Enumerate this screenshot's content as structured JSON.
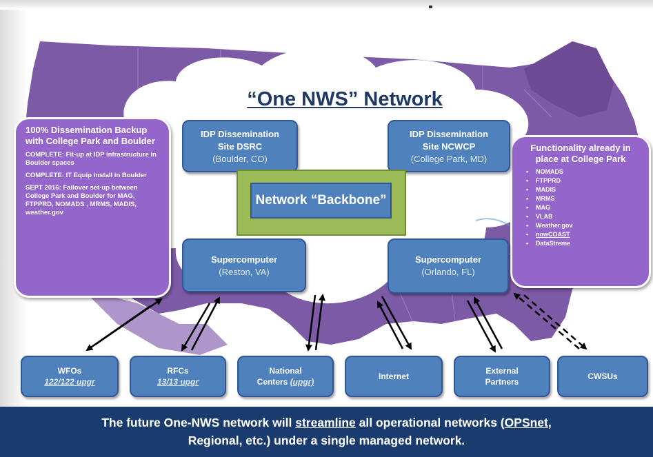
{
  "diagram": {
    "title": "“One NWS” Network",
    "left_box": {
      "heading": "100% Dissemination Backup with  College Park and Boulder",
      "items": [
        "COMPLETE: Fit-up at IDP infrastructure in Boulder spaces",
        "COMPLETE: IT Equip install in Boulder",
        "SEPT 2016: Failover set-up between College Park and Boulder for MAG, FTPPRD, NOMADS , MRMS, MADIS, weather.gov"
      ]
    },
    "right_box": {
      "heading": "Functionality already in place at College Park",
      "items": [
        "NOMADS",
        "FTPPRD",
        "MADIS",
        "MRMS",
        "MAG",
        "VLAB",
        "Weather.gov",
        "nowCOAST",
        "DataStreme"
      ]
    },
    "site_dsrc": {
      "name": "IDP Dissemination Site DSRC",
      "location": "(Boulder, CO)"
    },
    "site_ncwcp": {
      "name": "IDP Dissemination Site NCWCP",
      "location": "(College Park, MD)"
    },
    "backbone": "Network “Backbone”",
    "super_reston": {
      "name": "Supercomputer",
      "location": "(Reston, VA)"
    },
    "super_orlando": {
      "name": "Supercomputer",
      "location": "(Orlando, FL)"
    },
    "bottom_nodes": {
      "wfos": {
        "line1": "WFOs",
        "line2": "122/122 upgr"
      },
      "rfcs": {
        "line1": "RFCs",
        "line2": "13/13 upgr"
      },
      "national": {
        "line1": "National",
        "line2a": "Centers ",
        "line2b": "(upgr)"
      },
      "internet": {
        "line1": "Internet"
      },
      "external": {
        "line1": "External",
        "line2": "Partners"
      },
      "cwsus": {
        "line1": "CWSUs"
      }
    },
    "banner": {
      "t1": "The future One-NWS network will ",
      "t2": "streamline",
      "t3": " all operational networks (",
      "t4": "OPSnet",
      "t5": ",",
      "t6": "Regional, etc.) under a single managed network."
    },
    "colors": {
      "map": "#7d5aa6",
      "cloud": "#ffffff",
      "blue_box": "#4f81bd",
      "purple_box": "#9466cc",
      "backbone_frame": "#9bbb59",
      "banner": "#1a3b6e",
      "title": "#1f3864"
    }
  }
}
